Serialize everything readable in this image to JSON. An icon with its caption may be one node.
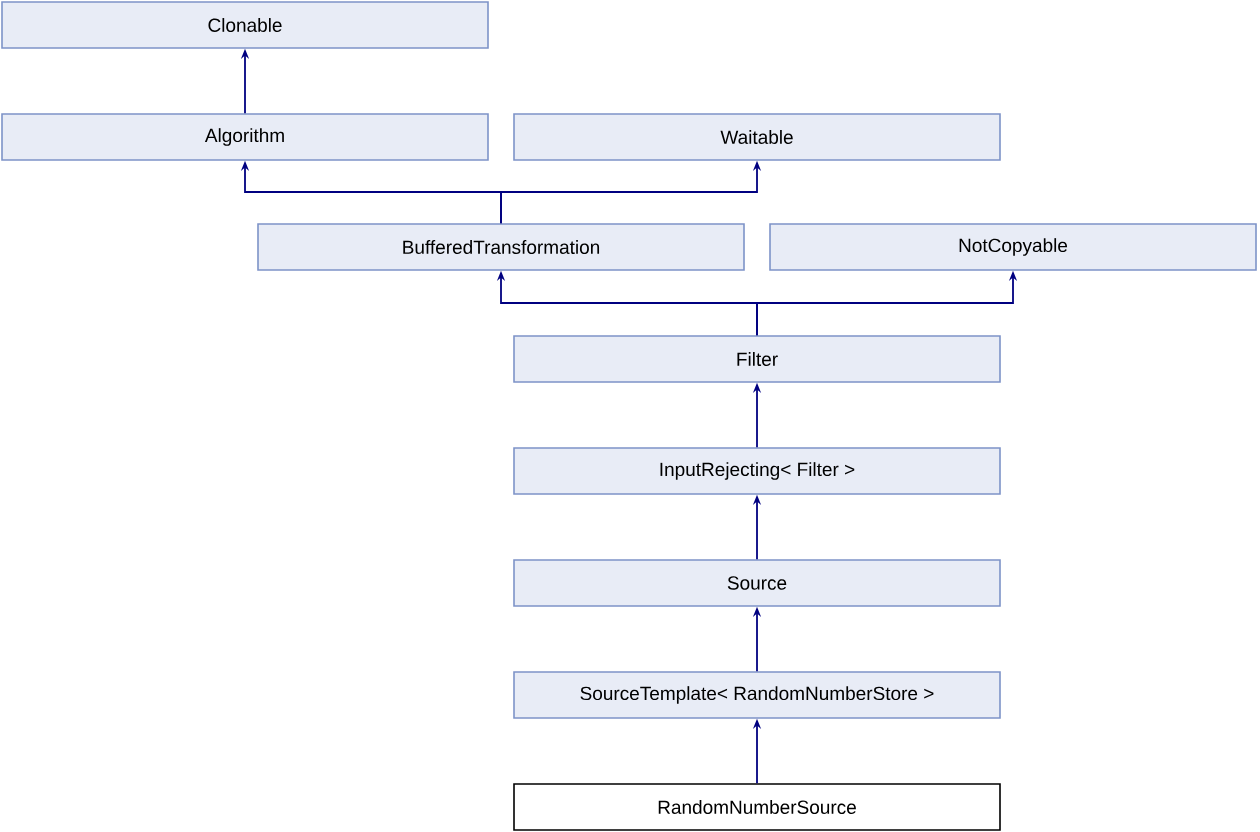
{
  "diagram": {
    "nodes": [
      {
        "text": [
          "Clonable"
        ]
      },
      {
        "text": [
          "Algorithm"
        ]
      },
      {
        "text": [
          "Waitable"
        ]
      },
      {
        "text": [
          "BufferedTransformation"
        ]
      },
      {
        "text": [
          "NotCopyable"
        ]
      },
      {
        "text": [
          "Filter"
        ]
      },
      {
        "text": [
          "InputRejecting< Filter >"
        ]
      },
      {
        "text": [
          "Source"
        ]
      },
      {
        "text": [
          "SourceTemplate< RandomNumberStore >"
        ]
      },
      {
        "text": [
          "RandomNumberSource"
        ]
      }
    ],
    "edges": [
      {
        "from": 1,
        "to": 0,
        "arrow": "to"
      },
      {
        "from": 3,
        "to": 1,
        "arrow": "to"
      },
      {
        "from": 3,
        "to": 2,
        "arrow": "to"
      },
      {
        "from": 5,
        "to": 3,
        "arrow": "to"
      },
      {
        "from": 5,
        "to": 4,
        "arrow": "to"
      },
      {
        "from": 6,
        "to": 5,
        "arrow": "to"
      },
      {
        "from": 7,
        "to": 6,
        "arrow": "to"
      },
      {
        "from": 8,
        "to": 7,
        "arrow": "to"
      },
      {
        "from": 9,
        "to": 8,
        "arrow": "to"
      }
    ]
  }
}
